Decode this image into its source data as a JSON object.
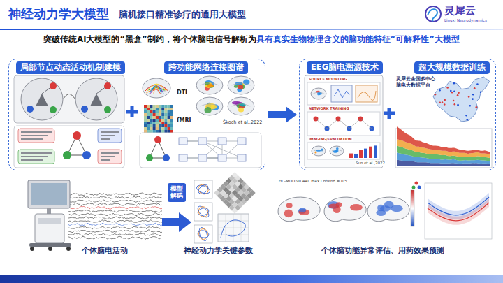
{
  "diagram": {
    "title": "神经动力学大模型",
    "nodes": [
      {
        "text": [
          "局部节点动态活动机制建模",
          "跨功能网络连接图谱"
        ]
      },
      {
        "text": [
          "EEG脑电溯源技术",
          "超大规模数据训练"
        ]
      },
      {
        "text": [
          "模型解码"
        ]
      }
    ],
    "edges": [
      {
        "from": 0,
        "to": 1,
        "arrow": "to"
      }
    ],
    "labels": [
      "脑机接口精准诊疗的通用大模型",
      "灵犀云",
      "Lingxi Neurodynamics",
      "突破传统AI大模型的“黑盒”制约，将个体脑电信号解析为",
      "具有真实生物物理含义的脑功能特征“可解释性”大模型",
      "DTI",
      "fMRI",
      "Škoch et al.,2022",
      "SOURCE MODELING",
      "NETWORK TRAINING",
      "IMAGING/EVALUATION",
      "Sun et al.,2022",
      "灵犀云全国多中心",
      "脑电大数据平台",
      "个体脑电活动",
      "神经动力学关键参数",
      "HC-MDD 90 AAL max Cohend = 0.5",
      "个体脑功能异常评估、用药效果预测"
    ]
  }
}
